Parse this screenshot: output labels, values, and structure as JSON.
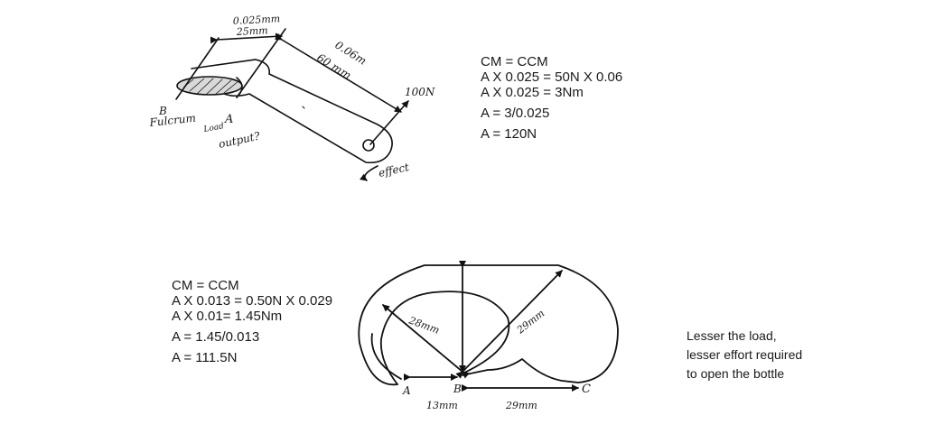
{
  "diagram1": {
    "dim_top_line1": "0.025mm",
    "dim_top_line2": "25mm",
    "dim_long_line1": "0.06m",
    "dim_long_line2": "60 mm",
    "force_label": "100N",
    "label_b": "B",
    "label_fulcrum": "Fulcrum",
    "label_load": "Load",
    "label_a": "A",
    "label_output": "output?",
    "label_effect": "effect"
  },
  "equations1": {
    "line1": "CM = CCM",
    "line2": "A X 0.025 = 50N X 0.06",
    "line3": "A X 0.025 = 3Nm",
    "line4": "A = 3/0.025",
    "line5": "A = 120N"
  },
  "equations2": {
    "line1": "CM = CCM",
    "line2": "A X 0.013 = 0.50N X 0.029",
    "line3": "A X 0.01= 1.45Nm",
    "line4": "A = 1.45/0.013",
    "line5": "A = 111.5N"
  },
  "diagram2": {
    "dim_inner": "28mm",
    "dim_outer": "29mm",
    "label_a": "A",
    "label_b": "B",
    "label_c": "C",
    "dim_ab": "13mm",
    "dim_bc": "29mm"
  },
  "note": {
    "line1": "Lesser the load,",
    "line2": "lesser effort required",
    "line3": "to open the bottle"
  }
}
